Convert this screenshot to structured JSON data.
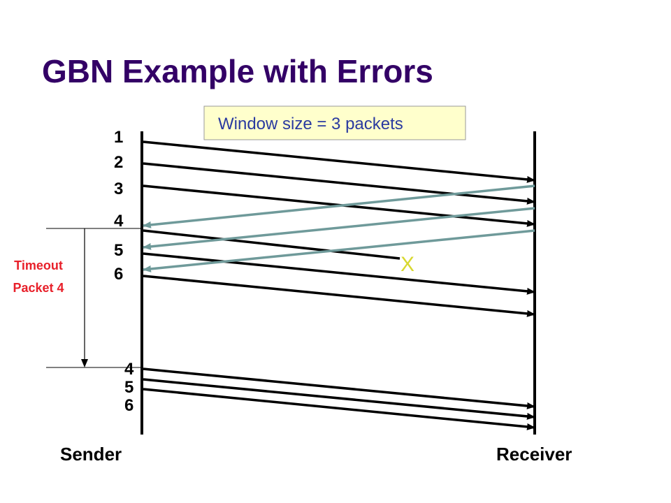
{
  "title": "GBN Example with Errors",
  "window_note": "Window size = 3 packets",
  "timeout_label": {
    "line1": "Timeout",
    "line2": "Packet 4"
  },
  "endpoints": {
    "sender": "Sender",
    "receiver": "Receiver"
  },
  "packet_labels": {
    "first_round": [
      "1",
      "2",
      "3",
      "4",
      "5",
      "6"
    ],
    "retransmission": [
      "4",
      "5",
      "6"
    ]
  },
  "lost_marker": "X",
  "colors": {
    "title": "#330066",
    "packet_arrow": "#000000",
    "ack_arrow": "#6f9a9a",
    "timeout_text": "#e8202a",
    "lost_marker": "#d8d830",
    "note_background": "#ffffcc",
    "note_text": "#2a3aa0"
  }
}
